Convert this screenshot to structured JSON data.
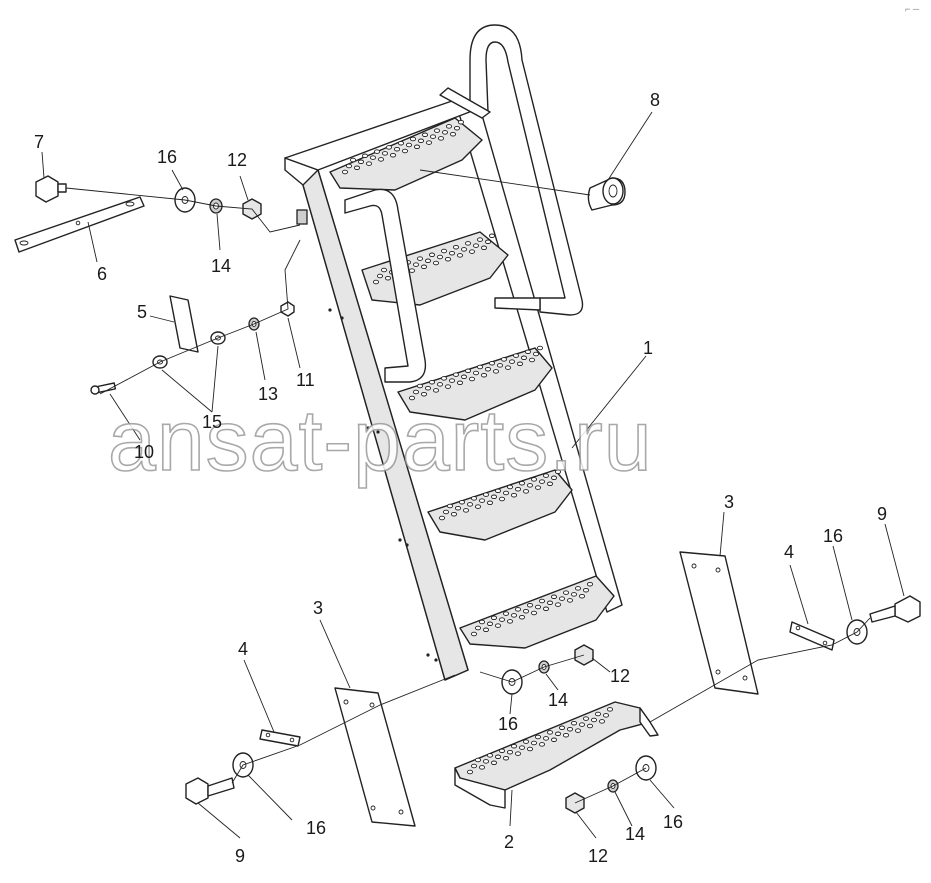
{
  "watermark": "ansat-parts.ru",
  "corner_mark": "⌐ ─",
  "callouts": [
    {
      "id": "c1",
      "text": "1"
    },
    {
      "id": "c2",
      "text": "2"
    },
    {
      "id": "c3a",
      "text": "3"
    },
    {
      "id": "c3b",
      "text": "3"
    },
    {
      "id": "c4a",
      "text": "4"
    },
    {
      "id": "c4b",
      "text": "4"
    },
    {
      "id": "c5",
      "text": "5"
    },
    {
      "id": "c6",
      "text": "6"
    },
    {
      "id": "c7",
      "text": "7"
    },
    {
      "id": "c8",
      "text": "8"
    },
    {
      "id": "c9a",
      "text": "9"
    },
    {
      "id": "c9b",
      "text": "9"
    },
    {
      "id": "c10",
      "text": "10"
    },
    {
      "id": "c11",
      "text": "11"
    },
    {
      "id": "c12a",
      "text": "12"
    },
    {
      "id": "c12b",
      "text": "12"
    },
    {
      "id": "c12c",
      "text": "12"
    },
    {
      "id": "c13",
      "text": "13"
    },
    {
      "id": "c14a",
      "text": "14"
    },
    {
      "id": "c14b",
      "text": "14"
    },
    {
      "id": "c14c",
      "text": "14"
    },
    {
      "id": "c15",
      "text": "15"
    },
    {
      "id": "c16a",
      "text": "16"
    },
    {
      "id": "c16b",
      "text": "16"
    },
    {
      "id": "c16c",
      "text": "16"
    },
    {
      "id": "c16d",
      "text": "16"
    },
    {
      "id": "c16e",
      "text": "16"
    }
  ]
}
